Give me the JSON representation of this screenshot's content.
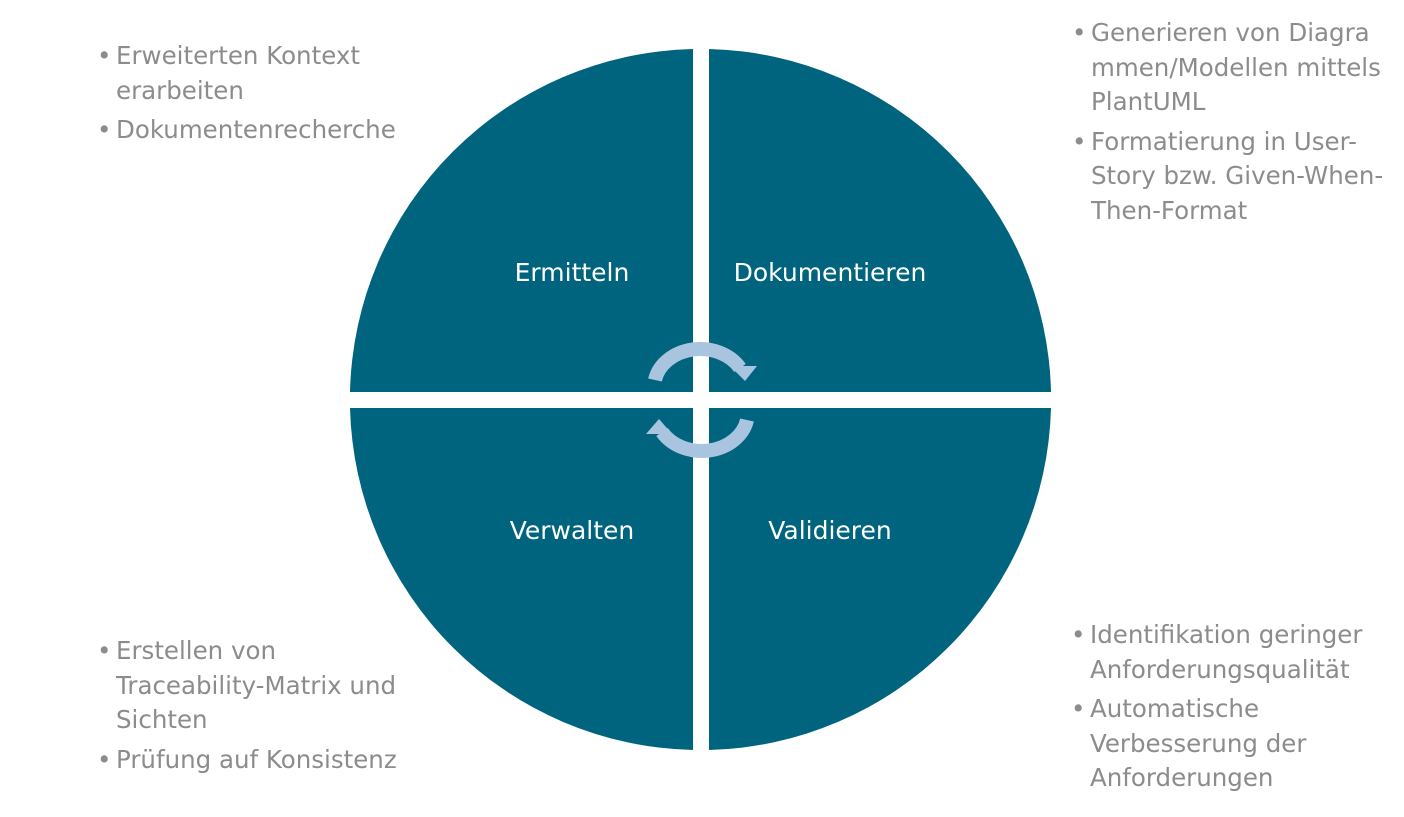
{
  "colors": {
    "quadrant": "#00647e",
    "arrow": "#a9c4df",
    "note_text": "#8c8c8c",
    "label_text": "#ffffff"
  },
  "icons": [
    "cycle-arrow-top-icon",
    "cycle-arrow-bottom-icon"
  ],
  "quadrants": {
    "top_left": {
      "label": "Ermitteln"
    },
    "top_right": {
      "label": "Dokumentieren"
    },
    "bottom_left": {
      "label": "Verwalten"
    },
    "bottom_right": {
      "label": "Validieren"
    }
  },
  "notes": {
    "top_left": [
      "Erweiterten Kontext erarbeiten",
      "Dokumentenrecherche"
    ],
    "top_right": [
      "Generieren von Diagrammen/Modellen mittels PlantUML",
      "Formatierung in User-Story bzw. Given-When-Then-Format"
    ],
    "bottom_left": [
      "Erstellen von Traceability-Matrix und Sichten",
      "Prüfung auf Konsistenz"
    ],
    "bottom_right": [
      "Identifikation geringer Anforderungsqualität",
      "Automatische Verbesserung der Anforderungen"
    ]
  }
}
